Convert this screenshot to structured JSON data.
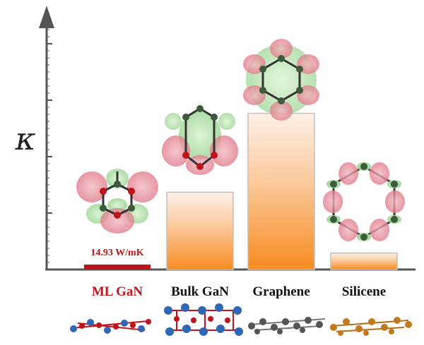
{
  "chart_data": {
    "type": "bar",
    "ylabel": "κ",
    "categories": [
      "ML GaN",
      "Bulk GaN",
      "Graphene",
      "Silicene"
    ],
    "values": [
      14.93,
      245,
      495,
      52
    ],
    "ylim": [
      0,
      720
    ],
    "annotation": "14.93 W/mK",
    "grid": false,
    "colors": {
      "bar_top": "#fdf0e6",
      "bar_bottom": "#f78b1f",
      "highlight_bar": "#c0141a",
      "highlight_label": "#c0141a",
      "axis": "#555555"
    }
  }
}
